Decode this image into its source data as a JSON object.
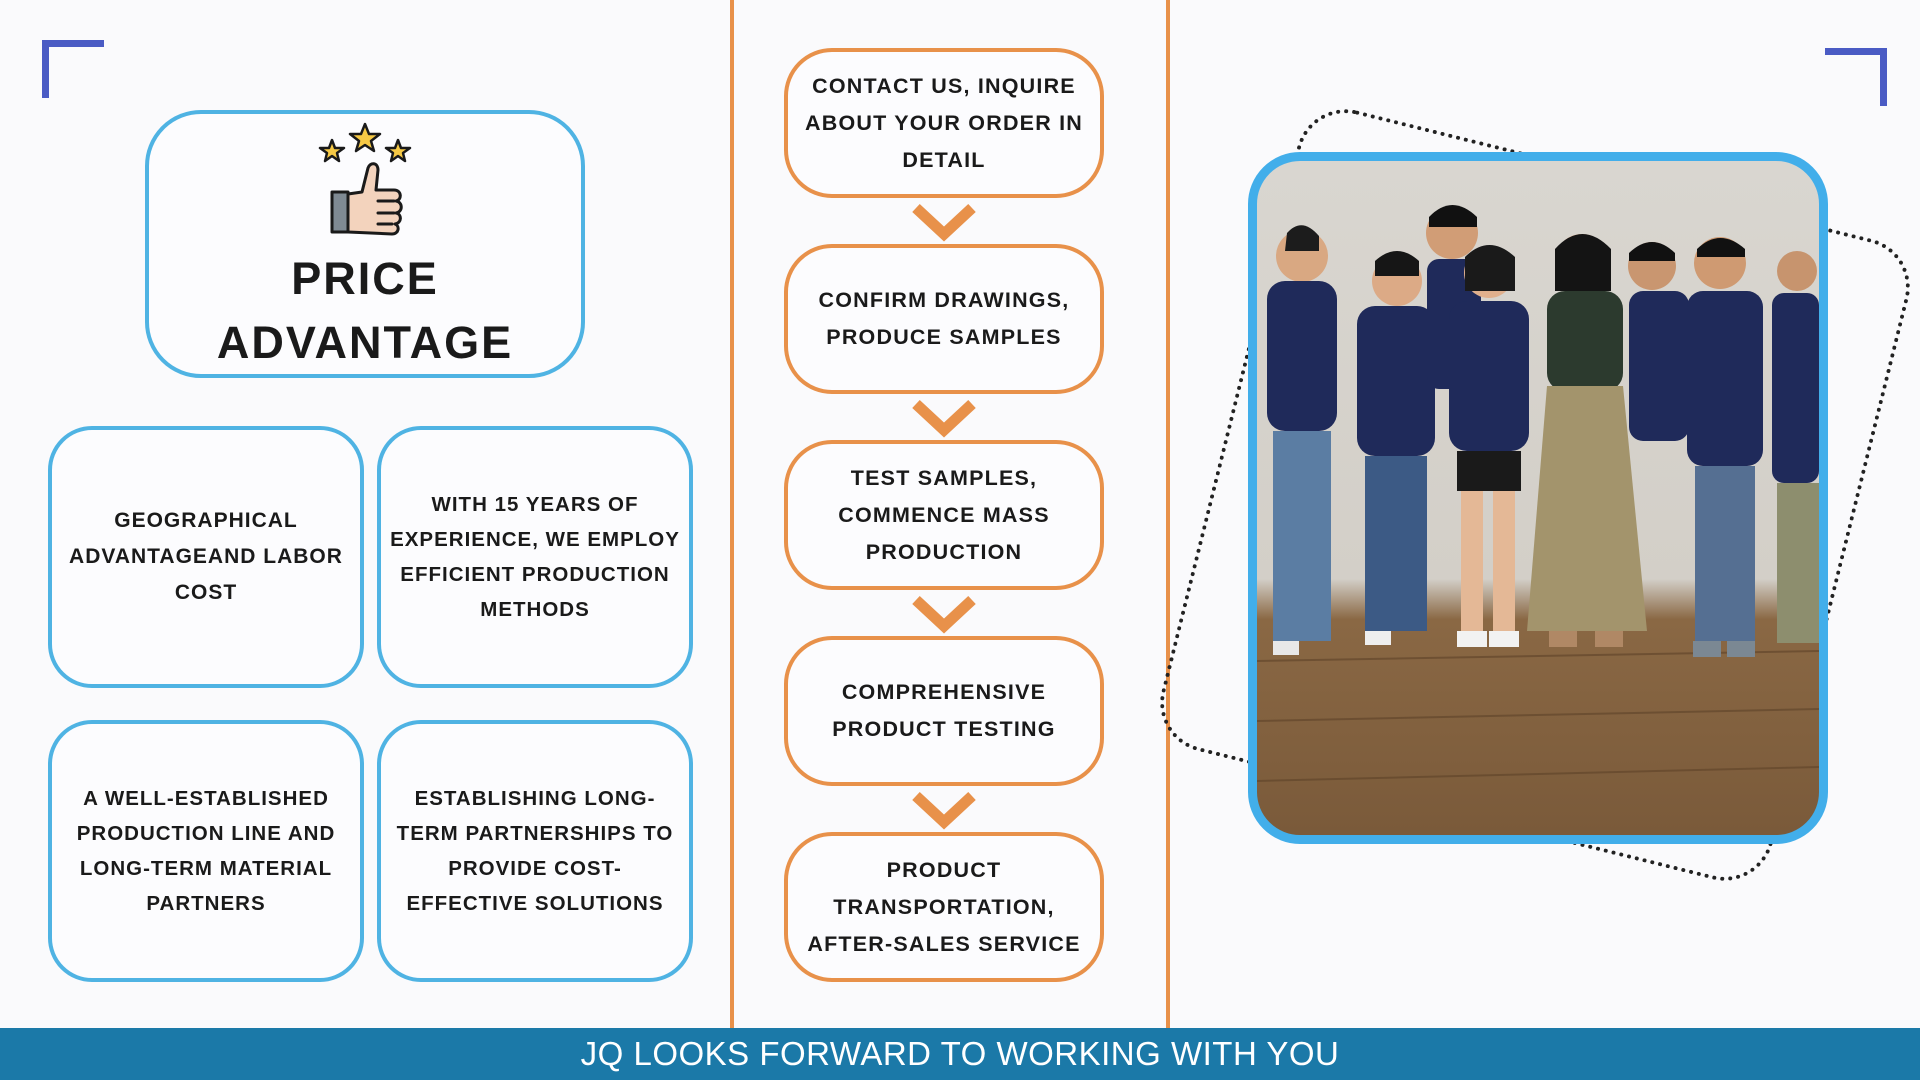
{
  "title": {
    "line1": "PRICE",
    "line2": "ADVANTAGE"
  },
  "features": [
    "GEOGRAPHICAL ADVANTAGEAND LABOR COST",
    "WITH 15 YEARS OF EXPERIENCE, WE EMPLOY EFFICIENT PRODUCTION METHODS",
    "A WELL-ESTABLISHED PRODUCTION LINE AND LONG-TERM MATERIAL PARTNERS",
    "ESTABLISHING LONG-TERM PARTNERSHIPS TO PROVIDE COST-EFFECTIVE SOLUTIONS"
  ],
  "steps": [
    "CONTACT US, INQUIRE ABOUT YOUR ORDER IN DETAIL",
    "CONFIRM DRAWINGS, PRODUCE SAMPLES",
    "TEST SAMPLES, COMMENCE MASS PRODUCTION",
    "COMPREHENSIVE PRODUCT TESTING",
    "PRODUCT TRANSPORTATION, AFTER-SALES SERVICE"
  ],
  "footer": {
    "text": "JQ LOOKS FORWARD TO WORKING WITH YOU"
  },
  "icons": {
    "title_icon": "thumbs-up-with-stars-icon",
    "step_connector": "chevron-down-icon"
  },
  "colors": {
    "accent_blue": "#4fb3e3",
    "accent_orange": "#e8914a",
    "bracket_blue": "#4a5bc4",
    "footer_bg": "#1b79a8",
    "photo_border": "#42aeea"
  }
}
